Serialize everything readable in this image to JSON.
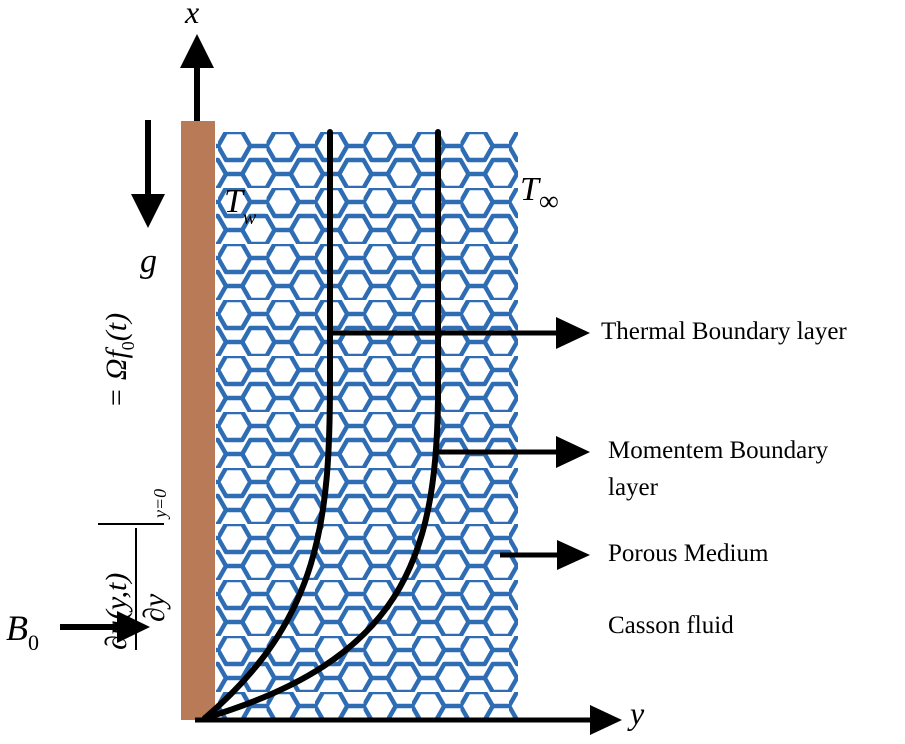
{
  "axes": {
    "x_label": "x",
    "y_label": "y"
  },
  "symbols": {
    "gravity": "g",
    "wall_temperature": {
      "base": "T",
      "subscript": "w"
    },
    "ambient_temperature": {
      "base": "T",
      "subscript": "∞"
    },
    "magnetic_field": {
      "base": "B",
      "subscript": "0"
    }
  },
  "boundary_condition": {
    "numerator": "∂u(y,t)",
    "denominator": "∂y",
    "evaluated_at": "y=0",
    "rhs": "= Ωf",
    "rhs_subscript": "0",
    "rhs_arg": "(t)"
  },
  "labels": {
    "thermal_layer": "Thermal Boundary layer",
    "momentum_layer_line1": "Momentem Boundary",
    "momentum_layer_line2": "layer",
    "porous_medium": "Porous Medium",
    "casson_fluid": "Casson fluid"
  },
  "colors": {
    "plate": "#B97A57",
    "mesh": "#2E6DB4",
    "ink": "#000000",
    "background": "#ffffff"
  }
}
